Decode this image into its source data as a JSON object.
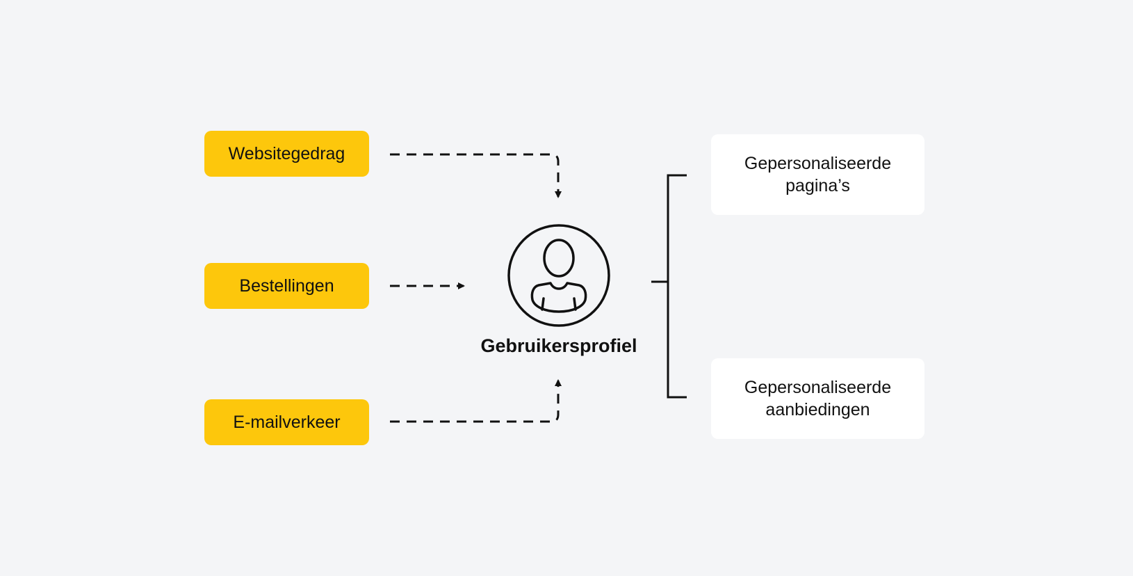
{
  "colors": {
    "background": "#f4f5f7",
    "source_box": "#fdc70c",
    "output_box": "#ffffff",
    "line": "#111111"
  },
  "sources": [
    {
      "label": "Websitegedrag"
    },
    {
      "label": "Bestellingen"
    },
    {
      "label": "E-mailverkeer"
    }
  ],
  "center": {
    "icon": "user-profile-icon",
    "label": "Gebruikersprofiel"
  },
  "outputs": [
    {
      "label": "Gepersonaliseerde pagina’s"
    },
    {
      "label": "Gepersonaliseerde aanbiedingen"
    }
  ]
}
